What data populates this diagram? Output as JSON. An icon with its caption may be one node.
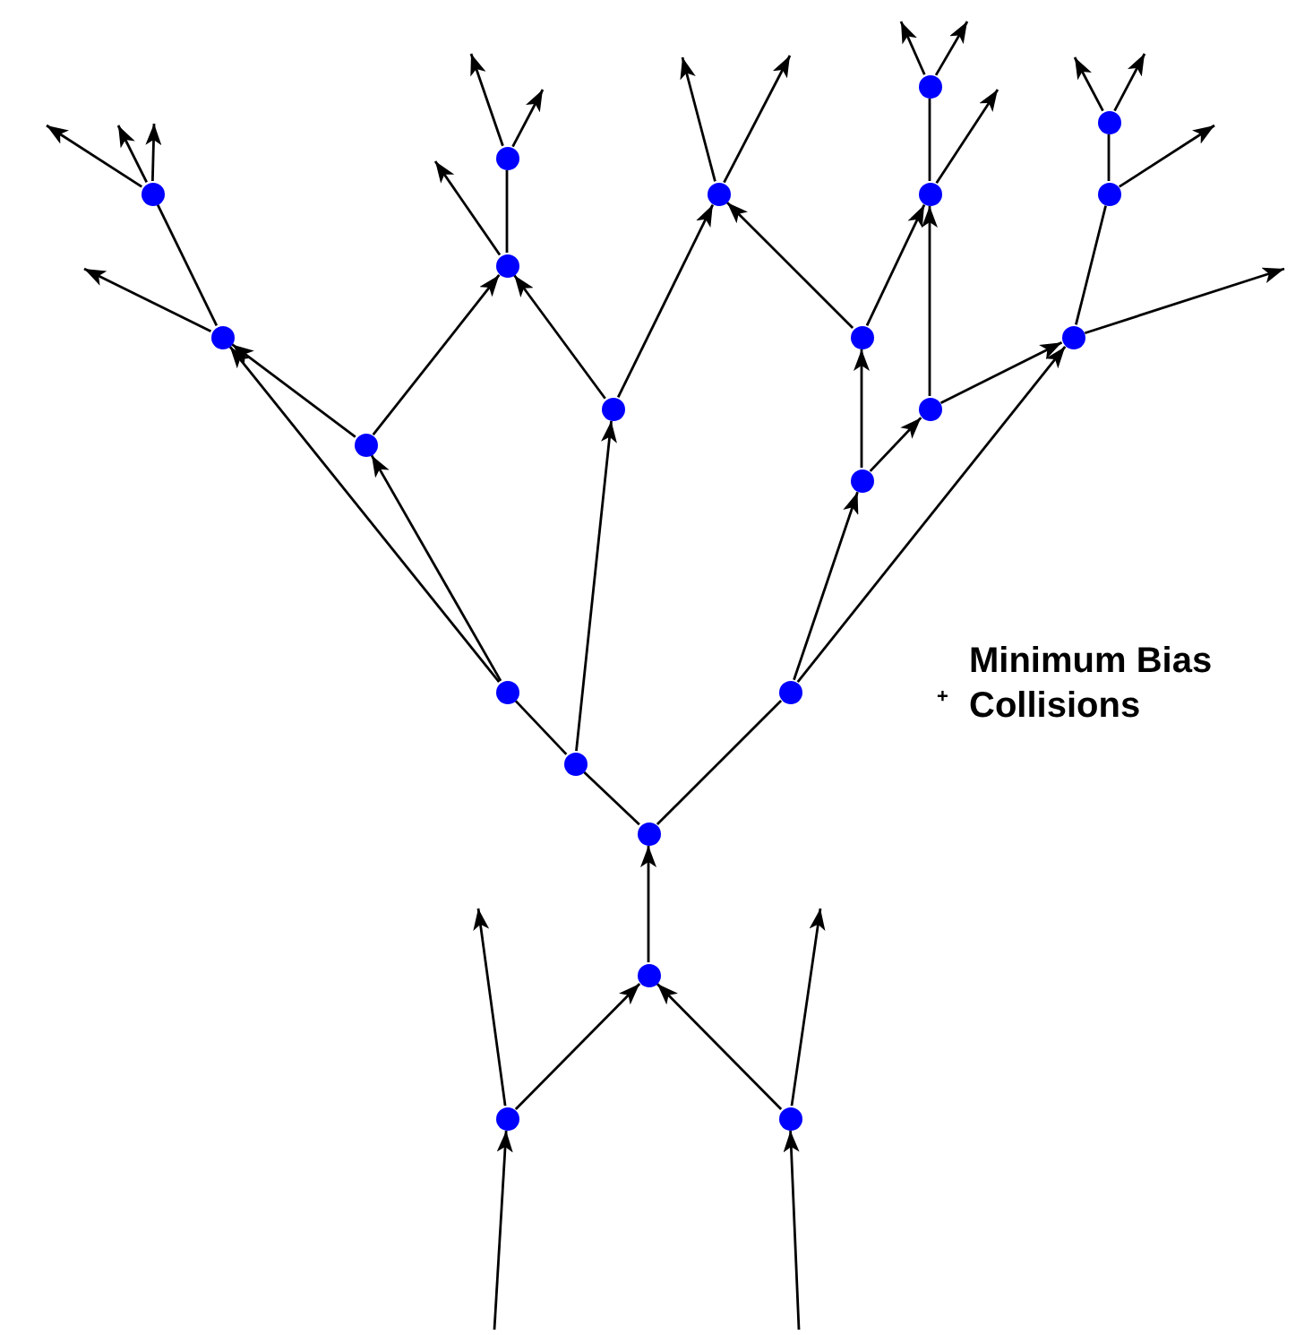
{
  "diagram": {
    "nodes": [
      {
        "text": [],
        "shape": "circle"
      },
      {
        "text": [],
        "shape": "circle"
      },
      {
        "text": [],
        "shape": "circle"
      },
      {
        "text": [],
        "shape": "circle"
      },
      {
        "text": [],
        "shape": "circle"
      },
      {
        "text": [],
        "shape": "circle"
      },
      {
        "text": [],
        "shape": "circle"
      },
      {
        "text": [],
        "shape": "circle"
      },
      {
        "text": [],
        "shape": "circle"
      },
      {
        "text": [],
        "shape": "circle"
      },
      {
        "text": [],
        "shape": "circle"
      },
      {
        "text": [],
        "shape": "circle"
      },
      {
        "text": [],
        "shape": "circle"
      },
      {
        "text": [],
        "shape": "circle"
      },
      {
        "text": [],
        "shape": "circle"
      },
      {
        "text": [],
        "shape": "circle"
      },
      {
        "text": [],
        "shape": "circle"
      },
      {
        "text": [],
        "shape": "circle"
      },
      {
        "text": [],
        "shape": "circle"
      },
      {
        "text": [],
        "shape": "circle"
      },
      {
        "text": [],
        "shape": "circle"
      },
      {
        "text": [],
        "shape": "circle"
      }
    ],
    "edges": [
      {
        "from": null,
        "to": 20,
        "arrow": "to"
      },
      {
        "from": null,
        "to": 21,
        "arrow": "to"
      },
      {
        "from": 20,
        "to": null,
        "arrow": "to"
      },
      {
        "from": 21,
        "to": null,
        "arrow": "to"
      },
      {
        "from": 20,
        "to": 19,
        "arrow": "to"
      },
      {
        "from": 21,
        "to": 19,
        "arrow": "to"
      },
      {
        "from": 19,
        "to": 18,
        "arrow": "to"
      },
      {
        "from": 18,
        "to": 17,
        "arrow": "none"
      },
      {
        "from": 18,
        "to": 16,
        "arrow": "none"
      },
      {
        "from": 17,
        "to": 15,
        "arrow": "none"
      },
      {
        "from": 17,
        "to": 11,
        "arrow": "to"
      },
      {
        "from": 15,
        "to": 8,
        "arrow": "to"
      },
      {
        "from": 15,
        "to": 13,
        "arrow": "to"
      },
      {
        "from": 16,
        "to": 14,
        "arrow": "to"
      },
      {
        "from": 16,
        "to": 10,
        "arrow": "to"
      },
      {
        "from": 13,
        "to": 8,
        "arrow": "to"
      },
      {
        "from": 13,
        "to": 7,
        "arrow": "to"
      },
      {
        "from": 11,
        "to": 7,
        "arrow": "to"
      },
      {
        "from": 11,
        "to": 4,
        "arrow": "to"
      },
      {
        "from": 14,
        "to": 9,
        "arrow": "to"
      },
      {
        "from": 14,
        "to": 12,
        "arrow": "to"
      },
      {
        "from": 8,
        "to": null,
        "arrow": "to"
      },
      {
        "from": 8,
        "to": 3,
        "arrow": "none"
      },
      {
        "from": 7,
        "to": null,
        "arrow": "to"
      },
      {
        "from": 7,
        "to": 2,
        "arrow": "none"
      },
      {
        "from": 9,
        "to": 4,
        "arrow": "to"
      },
      {
        "from": 9,
        "to": 5,
        "arrow": "to"
      },
      {
        "from": 12,
        "to": 5,
        "arrow": "to"
      },
      {
        "from": 12,
        "to": 10,
        "arrow": "to"
      },
      {
        "from": 10,
        "to": 6,
        "arrow": "none"
      },
      {
        "from": 10,
        "to": null,
        "arrow": "to"
      },
      {
        "from": 3,
        "to": null,
        "arrow": "to"
      },
      {
        "from": 3,
        "to": null,
        "arrow": "to"
      },
      {
        "from": 3,
        "to": null,
        "arrow": "to"
      },
      {
        "from": 2,
        "to": null,
        "arrow": "to"
      },
      {
        "from": 2,
        "to": null,
        "arrow": "to"
      },
      {
        "from": 4,
        "to": null,
        "arrow": "to"
      },
      {
        "from": 4,
        "to": null,
        "arrow": "to"
      },
      {
        "from": 5,
        "to": 0,
        "arrow": "none"
      },
      {
        "from": 5,
        "to": null,
        "arrow": "to"
      },
      {
        "from": 6,
        "to": 1,
        "arrow": "none"
      },
      {
        "from": 6,
        "to": null,
        "arrow": "to"
      },
      {
        "from": 1,
        "to": null,
        "arrow": "to"
      },
      {
        "from": 1,
        "to": null,
        "arrow": "to"
      },
      {
        "from": 0,
        "to": null,
        "arrow": "to"
      },
      {
        "from": 0,
        "to": null,
        "arrow": "to"
      }
    ],
    "labels": [
      "+",
      "Minimum Bias Collisions"
    ]
  }
}
